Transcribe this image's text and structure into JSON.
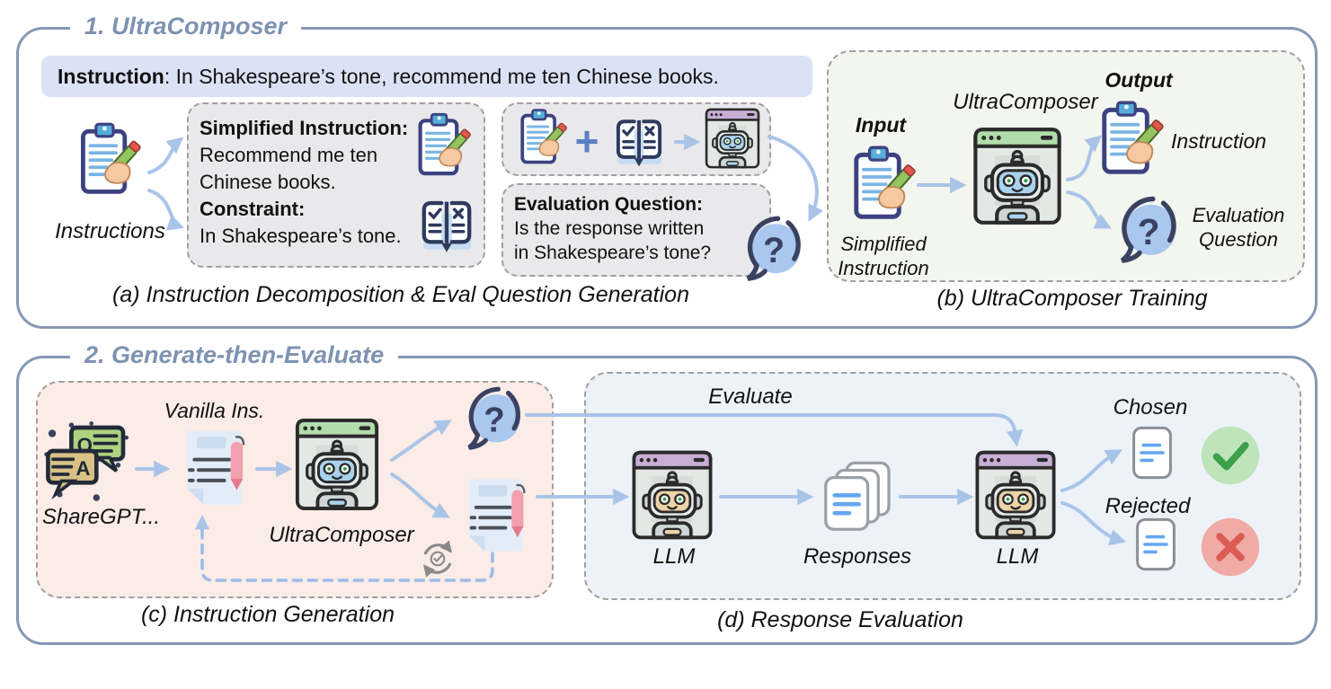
{
  "icons": {
    "plus_glyph": "+",
    "question_glyph": "?",
    "chat_q_glyph": "Q",
    "chat_a_glyph": "A"
  },
  "colors": {
    "frame_border": "#8698b5",
    "section_title": "#7e92b1",
    "banner_bg": "#dbe2f5",
    "gray_box_bg": "#e9e9eb",
    "panel_b_bg": "#f3f6ee",
    "panel_c_bg": "#fcece7",
    "panel_d_bg": "#edf2f9",
    "arrow_blue": "#aac4e8",
    "robot_bar_green": "#b2dcab",
    "robot_bar_purple": "#c9aed6",
    "chosen_green": "#3da04b",
    "rejected_red": "#dc5c55"
  },
  "section1": {
    "title": "1. UltraComposer",
    "banner_label": "Instruction",
    "banner_text": ": In Shakespeare’s tone, recommend me ten Chinese books.",
    "panel_a": {
      "instructions_label": "Instructions",
      "simplified_label": "Simplified Instruction:",
      "simplified_text": "Recommend me ten Chinese books.",
      "constraint_label": "Constraint:",
      "constraint_text": "In Shakespeare’s tone.",
      "eval_label": "Evaluation Question:",
      "eval_text": "Is the response written in Shakespeare’s tone?",
      "caption": "(a) Instruction Decomposition & Eval Question Generation"
    },
    "panel_b": {
      "input_label": "Input",
      "model_label": "UltraComposer",
      "output_label": "Output",
      "simplified_instruction_label": "Simplified\nInstruction",
      "instruction_label": "Instruction",
      "evaluation_question_label": "Evaluation\nQuestion",
      "caption": "(b) UltraComposer Training"
    }
  },
  "section2": {
    "title": "2. Generate-then-Evaluate",
    "panel_c": {
      "source_label": "ShareGPT...",
      "vanilla_label": "Vanilla Ins.",
      "model_label": "UltraComposer",
      "caption": "(c) Instruction Generation"
    },
    "panel_d": {
      "evaluate_label": "Evaluate",
      "llm_label_1": "LLM",
      "responses_label": "Responses",
      "llm_label_2": "LLM",
      "chosen_label": "Chosen",
      "rejected_label": "Rejected",
      "caption": "(d) Response Evaluation"
    }
  }
}
